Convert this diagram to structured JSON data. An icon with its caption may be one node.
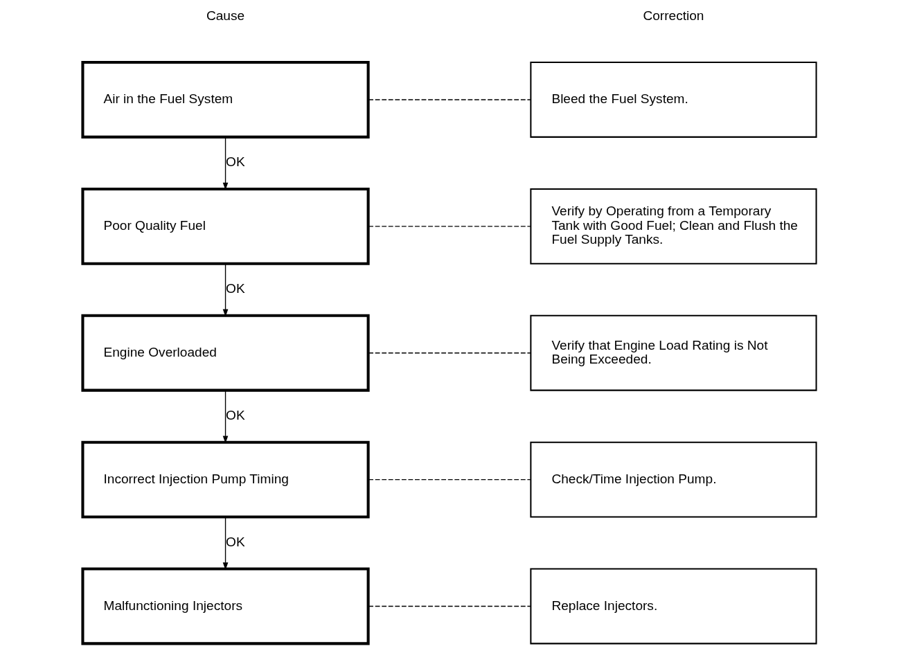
{
  "diagram": {
    "nodes": [
      {
        "text": [
          "Air in the Fuel System"
        ]
      },
      {
        "text": [
          "Bleed the Fuel System."
        ]
      },
      {
        "text": [
          "Poor Quality Fuel"
        ]
      },
      {
        "text": [
          "Verify by Operating from a Temporary Tank with Good Fuel; Clean and Flush the Fuel Supply Tanks."
        ]
      },
      {
        "text": [
          "Engine Overloaded"
        ]
      },
      {
        "text": [
          "Verify that Engine Load Rating is Not Being Exceeded."
        ]
      },
      {
        "text": [
          "Incorrect Injection Pump Timing"
        ]
      },
      {
        "text": [
          "Check/Time Injection Pump."
        ]
      },
      {
        "text": [
          "Malfunctioning Injectors"
        ]
      },
      {
        "text": [
          "Replace Injectors."
        ]
      }
    ],
    "edges": [
      {
        "from": 0,
        "to": 1,
        "arrow": "none",
        "style": "dashed"
      },
      {
        "from": 0,
        "to": 2,
        "arrow": "to",
        "label": "OK"
      },
      {
        "from": 2,
        "to": 3,
        "arrow": "none",
        "style": "dashed"
      },
      {
        "from": 2,
        "to": 4,
        "arrow": "to",
        "label": "OK"
      },
      {
        "from": 4,
        "to": 5,
        "arrow": "none",
        "style": "dashed"
      },
      {
        "from": 4,
        "to": 6,
        "arrow": "to",
        "label": "OK"
      },
      {
        "from": 6,
        "to": 7,
        "arrow": "none",
        "style": "dashed"
      },
      {
        "from": 6,
        "to": 8,
        "arrow": "to",
        "label": "OK"
      },
      {
        "from": 8,
        "to": 9,
        "arrow": "none",
        "style": "dashed"
      }
    ],
    "labels": [
      "Cause",
      "Correction"
    ]
  }
}
